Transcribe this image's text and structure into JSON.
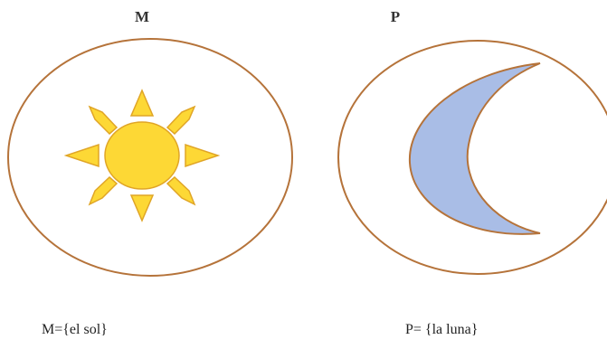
{
  "sets": [
    {
      "label": "M",
      "notation": "M={el sol}",
      "element": "sun-icon"
    },
    {
      "label": "P",
      "notation": "P= {la luna}",
      "element": "moon-icon"
    }
  ],
  "colors": {
    "set_outline": "#b5733a",
    "sun_fill": "#fdd835",
    "sun_stroke": "#e0a526",
    "moon_fill": "#a9bde6",
    "moon_stroke": "#b5733a"
  }
}
